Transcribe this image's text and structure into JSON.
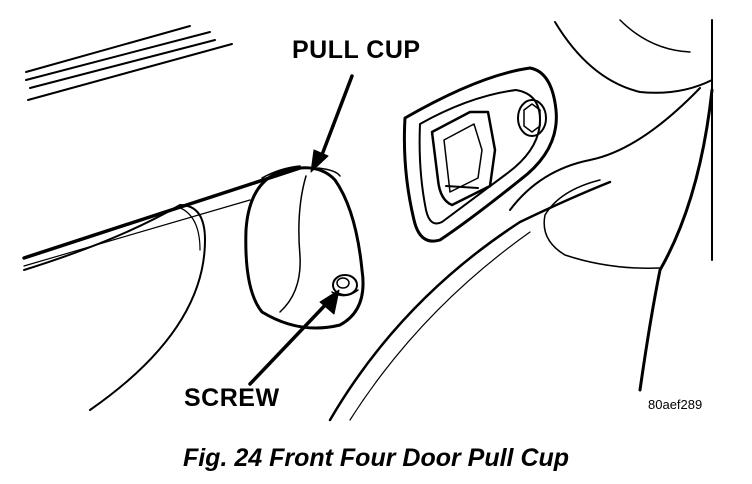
{
  "labels": {
    "pull_cup": "PULL CUP",
    "screw": "SCREW",
    "figure_ref": "80aef289"
  },
  "caption": "Fig. 24 Front Four Door Pull Cup",
  "colors": {
    "line": "#000000",
    "background": "#ffffff"
  }
}
